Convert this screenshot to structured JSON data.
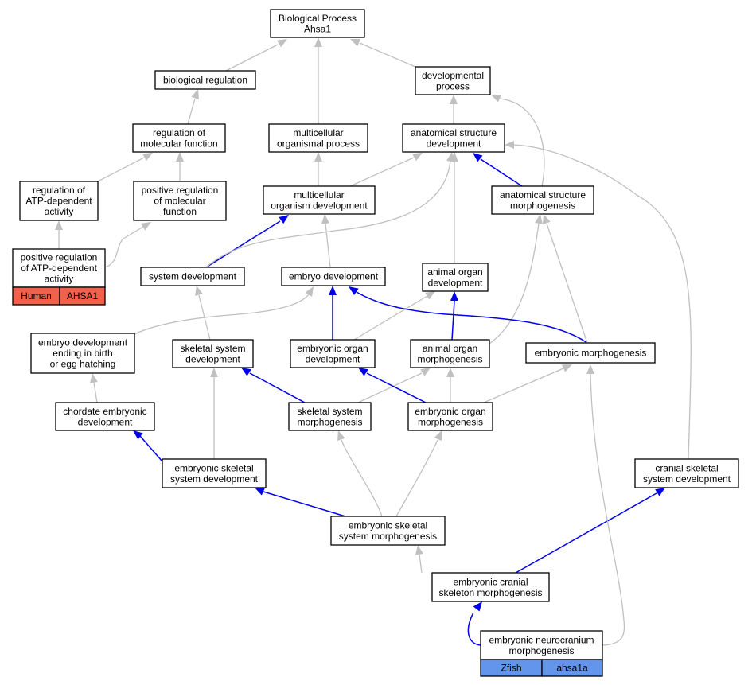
{
  "colors": {
    "gray_edge": "#c0c0c0",
    "blue_edge": "#0000ee",
    "human_tag": "#f0604a",
    "zfish_tag": "#6495ed"
  },
  "nodes": {
    "bp": {
      "lines": [
        "Biological Process",
        "Ahsa1"
      ]
    },
    "breg": {
      "lines": [
        "biological regulation"
      ]
    },
    "devproc": {
      "lines": [
        "developmental",
        "process"
      ]
    },
    "regmol": {
      "lines": [
        "regulation of",
        "molecular function"
      ]
    },
    "mcproc": {
      "lines": [
        "multicellular",
        "organismal process"
      ]
    },
    "asdev": {
      "lines": [
        "anatomical structure",
        "development"
      ]
    },
    "regatp": {
      "lines": [
        "regulation of",
        "ATP-dependent",
        "activity"
      ]
    },
    "posregmol": {
      "lines": [
        "positive regulation",
        "of molecular",
        "function"
      ]
    },
    "mcodev": {
      "lines": [
        "multicellular",
        "organism development"
      ]
    },
    "asmorph": {
      "lines": [
        "anatomical structure",
        "morphogenesis"
      ]
    },
    "posregatp": {
      "lines": [
        "positive regulation",
        "of ATP-dependent",
        "activity"
      ]
    },
    "sysdev": {
      "lines": [
        "system development"
      ]
    },
    "embdev": {
      "lines": [
        "embryo development"
      ]
    },
    "aodev": {
      "lines": [
        "animal organ",
        "development"
      ]
    },
    "embbirth": {
      "lines": [
        "embryo development",
        "ending in birth",
        "or egg hatching"
      ]
    },
    "skeldev": {
      "lines": [
        "skeletal system",
        "development"
      ]
    },
    "eorgdev": {
      "lines": [
        "embryonic organ",
        "development"
      ]
    },
    "aomorph": {
      "lines": [
        "animal organ",
        "morphogenesis"
      ]
    },
    "embmorph": {
      "lines": [
        "embryonic morphogenesis"
      ]
    },
    "chord": {
      "lines": [
        "chordate embryonic",
        "development"
      ]
    },
    "skelmorph": {
      "lines": [
        "skeletal system",
        "morphogenesis"
      ]
    },
    "eorgmorph": {
      "lines": [
        "embryonic organ",
        "morphogenesis"
      ]
    },
    "eskeldev": {
      "lines": [
        "embryonic skeletal",
        "system development"
      ]
    },
    "cranskel": {
      "lines": [
        "cranial skeletal",
        "system development"
      ]
    },
    "eskelmorph": {
      "lines": [
        "embryonic skeletal",
        "system morphogenesis"
      ]
    },
    "ecranmorph": {
      "lines": [
        "embryonic cranial",
        "skeleton morphogenesis"
      ]
    },
    "eneuro": {
      "lines": [
        "embryonic neurocranium",
        "morphogenesis"
      ]
    }
  },
  "tags": {
    "human": {
      "species": "Human",
      "gene": "AHSA1"
    },
    "zfish": {
      "species": "Zfish",
      "gene": "ahsa1a"
    }
  }
}
